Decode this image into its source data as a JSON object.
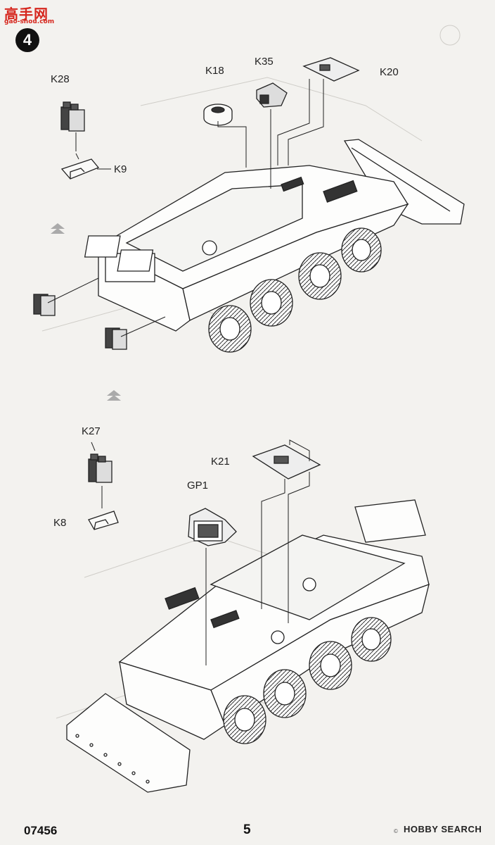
{
  "watermark": {
    "site_cn": "高手网",
    "site_url": "gao-shou.com"
  },
  "step": {
    "number": "4"
  },
  "parts_top": {
    "k28": "K28",
    "k9": "K9",
    "k18": "K18",
    "k35": "K35",
    "k20": "K20"
  },
  "parts_bottom": {
    "k27": "K27",
    "k8": "K8",
    "gp1": "GP1",
    "k21": "K21"
  },
  "footer": {
    "code": "07456",
    "page": "5",
    "copyright": "©",
    "brand": "HOBBY SEARCH"
  }
}
